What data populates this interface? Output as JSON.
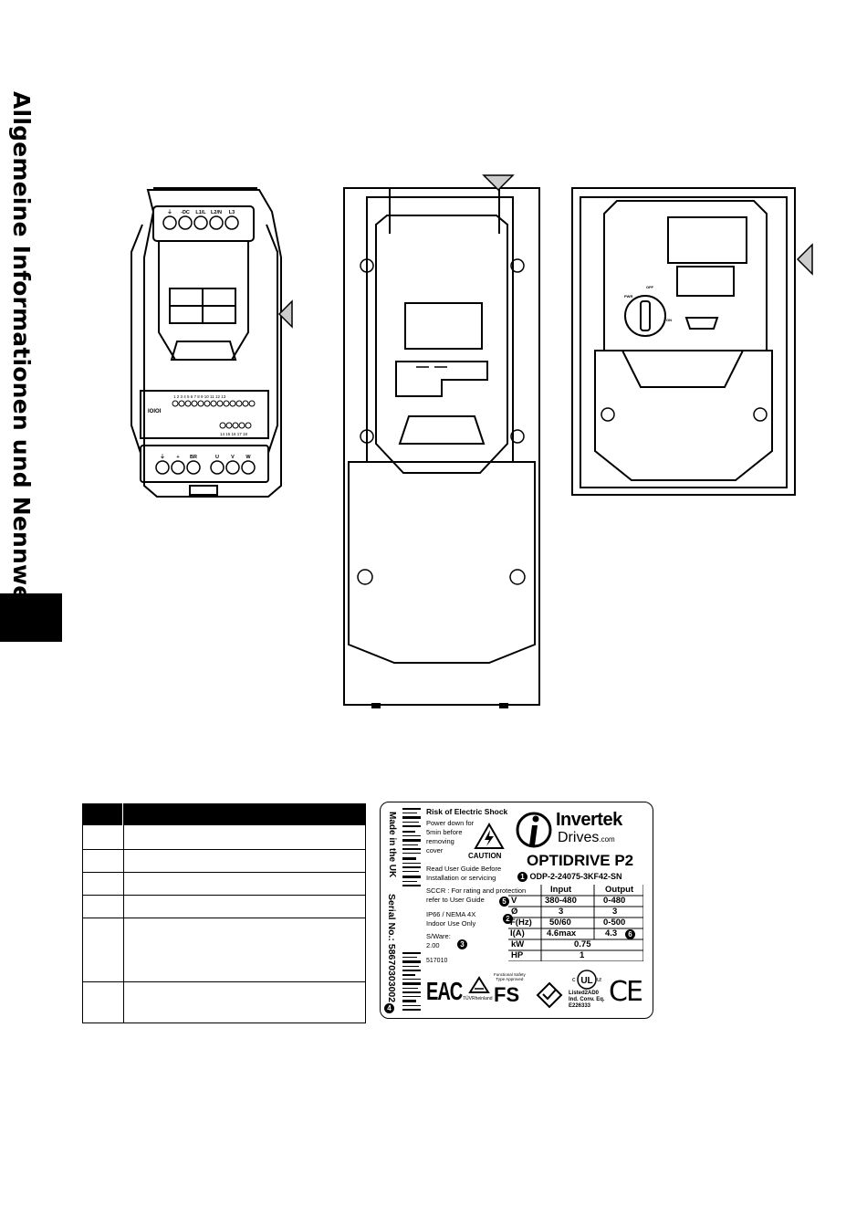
{
  "page": {
    "side_title": "Allgemeine Informationen und Nennwerte"
  },
  "terminals": {
    "top": [
      "⏚",
      "-DC",
      "L1/L",
      "L2/N",
      "L3"
    ],
    "bottom": [
      "⏚",
      "+",
      "BR",
      "U",
      "V",
      "W"
    ],
    "control_numbers": "1 2 3 4 5 6 7 8 9 10 11 12 13",
    "relay_numbers": "14 15 16 17 18",
    "port": "IOIOI"
  },
  "selector": {
    "left": "PWR",
    "top": "OFF",
    "right": "ON"
  },
  "label": {
    "warning_title": "Risk of Electric Shock",
    "warning_lines": [
      "Power down for",
      "5min before",
      "removing",
      "cover"
    ],
    "caution": "CAUTION",
    "read_guide": [
      "Read User Guide Before",
      "Installation or servicing"
    ],
    "sccr": [
      "SCCR : For rating and protection",
      "refer to User Guide"
    ],
    "ip": [
      "IP66 / NEMA 4X",
      "Indoor Use Only"
    ],
    "software": [
      "S/Ware:",
      "2.00"
    ],
    "code": "517010",
    "made_in": "Made in the UK",
    "serial": "Serial No.: 58670303002",
    "brand_line1": "Invertek",
    "brand_line2": "Drives",
    "brand_com": ".com",
    "product": "OPTIDRIVE P2",
    "model": "ODP-2-24075-3KF42-SN",
    "markers": [
      "1",
      "2",
      "3",
      "4",
      "5",
      "6"
    ],
    "rating_headers": [
      "",
      "Input",
      "Output"
    ],
    "rating_rows": [
      [
        "V",
        "380-480",
        "0-480"
      ],
      [
        "Ø",
        "3",
        "3"
      ],
      [
        "F(Hz)",
        "50/60",
        "0-500"
      ],
      [
        "I(A)",
        "4.6max",
        "4.3"
      ],
      [
        "kW",
        "0.75",
        ""
      ],
      [
        "HP",
        "1",
        ""
      ]
    ],
    "cert_eac": "EAC",
    "cert_tuv": "TÜVRheinland",
    "cert_fs_note": [
      "Functional Safety",
      "Type Approved"
    ],
    "cert_fs": "FS",
    "ul_lines": [
      "Listed2AD0",
      "Ind. Conv. Eq.",
      "E226333"
    ],
    "ce": "CE"
  }
}
